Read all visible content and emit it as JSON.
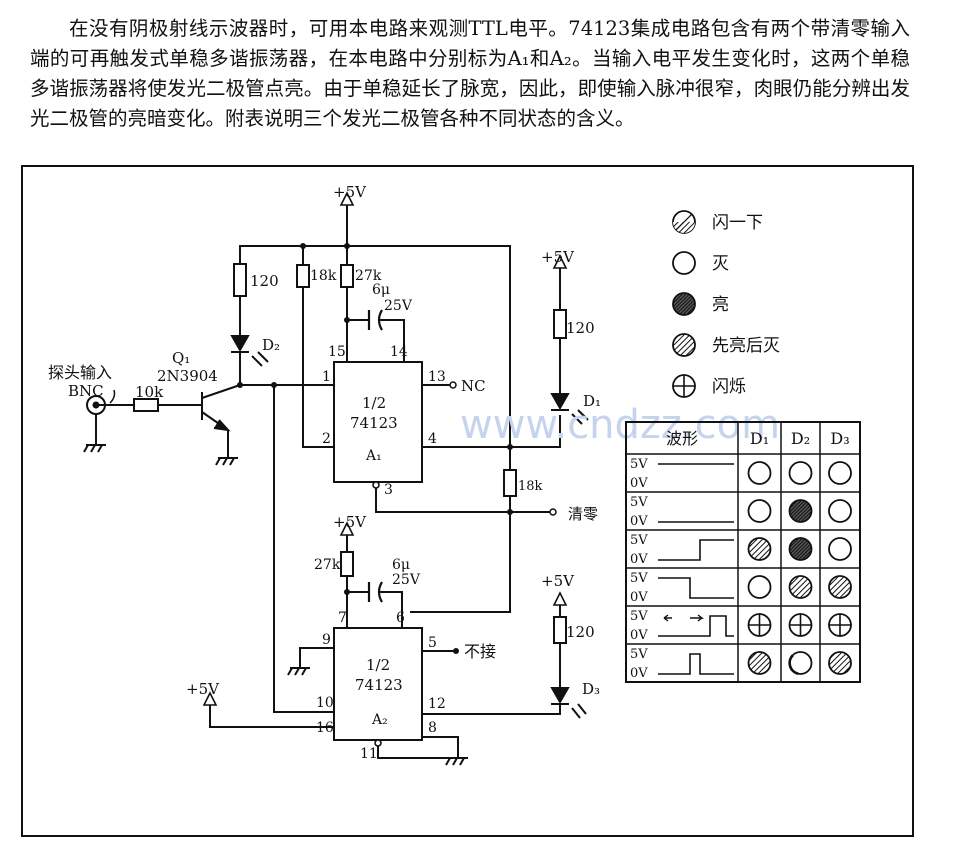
{
  "description": "在没有阴极射线示波器时，可用本电路来观测TTL电平。74123集成电路包含有两个带清零输入端的可再触发式单稳多谐振荡器，在本电路中分别标为A₁和A₂。当输入电平发生变化时，这两个单稳多谐振荡器将使发光二极管点亮。由于单稳延长了脉宽，因此，即使输入脉冲很窄，肉眼仍能分辨出发光二极管的亮暗变化。附表说明三个发光二极管各种不同状态的含义。",
  "circuit": {
    "probe_label": "探头输入",
    "bnc_label": "BNC",
    "transistor_ref": "Q₁",
    "transistor_part": "2N3904",
    "r_base": "10k",
    "r_led2": "120",
    "led_d2": "D₂",
    "r_18k_a": "18k",
    "r_27k_a": "27k",
    "cap_a_value": "6μ",
    "cap_a_voltage": "25V",
    "ic_a_half": "1/2",
    "ic_a_part": "74123",
    "ic_a_ref": "A₁",
    "ic_b_half": "1/2",
    "ic_b_part": "74123",
    "ic_b_ref": "A₂",
    "nc_label": "NC",
    "no_connect_label": "不接",
    "clear_label": "清零",
    "r_18k_clear": "18k",
    "r_led1": "120",
    "led_d1": "D₁",
    "r_27k_b": "27k",
    "cap_b_value": "6μ",
    "cap_b_voltage": "25V",
    "r_led3": "120",
    "led_d3": "D₃",
    "vcc_label": "+5V",
    "pins": {
      "a1": "1",
      "a2": "2",
      "a3": "3",
      "a4": "4",
      "a13": "13",
      "a14": "14",
      "a15": "15",
      "b5": "5",
      "b6": "6",
      "b7": "7",
      "b8": "8",
      "b9": "9",
      "b10": "10",
      "b11": "11",
      "b12": "12",
      "b16": "16"
    }
  },
  "legend": [
    {
      "symbol": "hatched-half",
      "label": "闪一下"
    },
    {
      "symbol": "empty",
      "label": "灭"
    },
    {
      "symbol": "dark",
      "label": "亮"
    },
    {
      "symbol": "hatched",
      "label": "先亮后灭"
    },
    {
      "symbol": "cross",
      "label": "闪烁"
    }
  ],
  "table": {
    "headers": [
      "波形",
      "D₁",
      "D₂",
      "D₃"
    ],
    "high_label": "5V",
    "low_label": "0V",
    "rows": [
      {
        "wave": "high",
        "states": [
          "empty",
          "empty",
          "empty"
        ]
      },
      {
        "wave": "low",
        "states": [
          "empty",
          "dark",
          "empty"
        ]
      },
      {
        "wave": "rise",
        "states": [
          "hatched",
          "dark",
          "empty"
        ]
      },
      {
        "wave": "fall",
        "states": [
          "empty",
          "hatched",
          "hatched"
        ]
      },
      {
        "wave": "toggle",
        "states": [
          "cross",
          "cross",
          "cross"
        ]
      },
      {
        "wave": "pulse",
        "states": [
          "hatched",
          "half",
          "hatched"
        ]
      }
    ]
  },
  "watermark": "www.cndzz.com"
}
